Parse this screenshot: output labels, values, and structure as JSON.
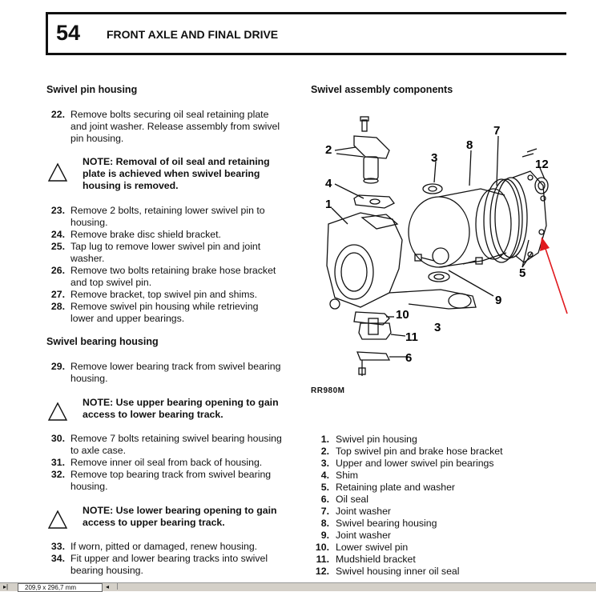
{
  "header": {
    "page_number": "54",
    "title": "FRONT AXLE AND FINAL DRIVE"
  },
  "left": {
    "section1_title": "Swivel pin housing",
    "step22": {
      "num": "22.",
      "lines": [
        "Remove bolts securing oil seal retaining plate",
        "and joint washer. Release assembly from swivel",
        "pin housing."
      ]
    },
    "note1": [
      "NOTE: Removal of oil seal and retaining",
      "plate is achieved when swivel bearing",
      "housing is removed."
    ],
    "steps_a": [
      {
        "num": "23.",
        "lines": [
          "Remove 2 bolts, retaining lower swivel pin to",
          "housing."
        ]
      },
      {
        "num": "24.",
        "lines": [
          "Remove brake disc shield bracket."
        ]
      },
      {
        "num": "25.",
        "lines": [
          "Tap lug to remove lower swivel pin and joint",
          "washer."
        ]
      },
      {
        "num": "26.",
        "lines": [
          "Remove two bolts retaining brake hose bracket",
          "and top swivel pin."
        ]
      },
      {
        "num": "27.",
        "lines": [
          "Remove bracket, top swivel pin and shims."
        ]
      },
      {
        "num": "28.",
        "lines": [
          "Remove swivel pin housing while retrieving",
          "lower and upper bearings."
        ]
      }
    ],
    "section2_title": "Swivel bearing housing",
    "step29": {
      "num": "29.",
      "lines": [
        "Remove lower bearing track from swivel bearing",
        "housing."
      ]
    },
    "note2": [
      "NOTE: Use upper bearing opening to gain",
      "access to lower bearing track."
    ],
    "steps_b": [
      {
        "num": "30.",
        "lines": [
          "Remove 7 bolts retaining swivel bearing housing",
          "to axle case."
        ]
      },
      {
        "num": "31.",
        "lines": [
          "Remove inner oil seal from back of housing."
        ]
      },
      {
        "num": "32.",
        "lines": [
          "Remove top bearing track from swivel bearing",
          "housing."
        ]
      }
    ],
    "note3": [
      "NOTE: Use lower bearing opening to gain",
      "access to upper bearing track."
    ],
    "steps_c": [
      {
        "num": "33.",
        "lines": [
          "If worn, pitted or damaged, renew housing."
        ]
      },
      {
        "num": "34.",
        "lines": [
          "Fit upper and lower bearing tracks into swivel",
          "bearing housing."
        ]
      }
    ]
  },
  "right": {
    "title": "Swivel assembly components",
    "diagram_code": "RR980M",
    "callouts": [
      "1",
      "2",
      "3",
      "3",
      "4",
      "5",
      "6",
      "7",
      "8",
      "9",
      "10",
      "11",
      "12"
    ],
    "key": [
      {
        "num": "1.",
        "label": "Swivel pin housing"
      },
      {
        "num": "2.",
        "label": "Top swivel pin and brake hose bracket"
      },
      {
        "num": "3.",
        "label": "Upper and lower swivel pin bearings"
      },
      {
        "num": "4.",
        "label": "Shim"
      },
      {
        "num": "5.",
        "label": "Retaining plate and washer"
      },
      {
        "num": "6.",
        "label": "Oil seal"
      },
      {
        "num": "7.",
        "label": "Joint washer"
      },
      {
        "num": "8.",
        "label": "Swivel bearing housing"
      },
      {
        "num": "9.",
        "label": "Joint washer"
      },
      {
        "num": "10.",
        "label": "Lower swivel pin"
      },
      {
        "num": "11.",
        "label": "Mudshield bracket"
      },
      {
        "num": "12.",
        "label": "Swivel housing inner oil seal"
      }
    ]
  },
  "statusbar": {
    "page_size": "209,9 x 296,7 mm"
  },
  "colors": {
    "arrow": "#e0191e",
    "text": "#111111"
  }
}
